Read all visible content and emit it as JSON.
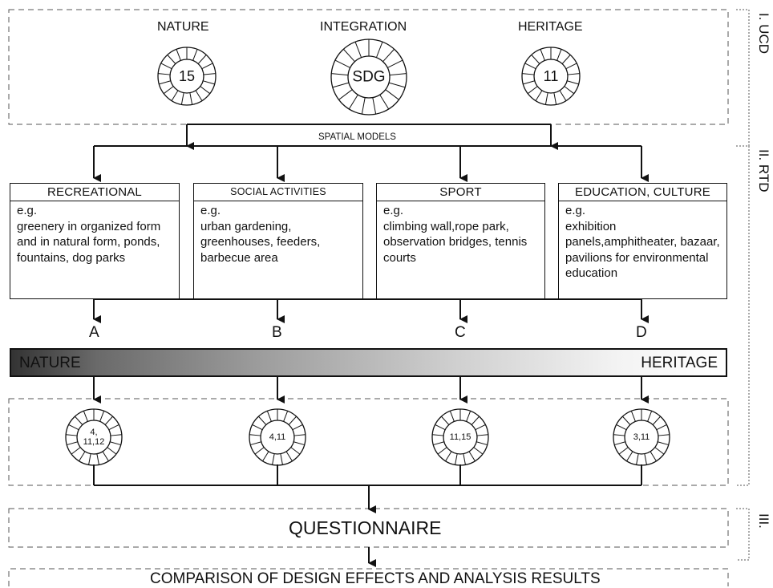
{
  "ucd": {
    "side_label": "I. UCD",
    "items": [
      {
        "title": "NATURE",
        "value": "15"
      },
      {
        "title": "INTEGRATION",
        "value": "SDG"
      },
      {
        "title": "HERITAGE",
        "value": "11"
      }
    ]
  },
  "spatial_models_label": "SPATIAL MODELS",
  "rtd_label": "II. RTD",
  "models": [
    {
      "title": "RECREATIONAL",
      "eg": "e.g.",
      "body": "greenery in organized form and in natural form, ponds, fountains, dog parks",
      "letter": "A",
      "sdg": "4,\n11,12"
    },
    {
      "title": "SOCIAL ACTIVITIES",
      "eg": "e.g.",
      "body": "urban gardening, greenhouses, feeders, barbecue area",
      "letter": "B",
      "sdg": "4,11"
    },
    {
      "title": "SPORT",
      "eg": "e.g.",
      "body": "climbing wall,rope park, observation bridges, tennis courts",
      "letter": "C",
      "sdg": "11,15"
    },
    {
      "title": "EDUCATION, CULTURE",
      "eg": "e.g.",
      "body": "exhibition panels,amphitheater, bazaar, pavilions for environmental education",
      "letter": "D",
      "sdg": "3,11"
    }
  ],
  "gradient": {
    "left": "NATURE",
    "right": "HERITAGE"
  },
  "questionnaire": "QUESTIONNAIRE",
  "stage3_label": "III.",
  "comparison": "COMPARISON OF DESIGN EFFECTS AND ANALYSIS RESULTS",
  "colors": {
    "line": "#111111",
    "dashed": "#555555",
    "gradient_start": "#333333",
    "gradient_end": "#ffffff"
  }
}
